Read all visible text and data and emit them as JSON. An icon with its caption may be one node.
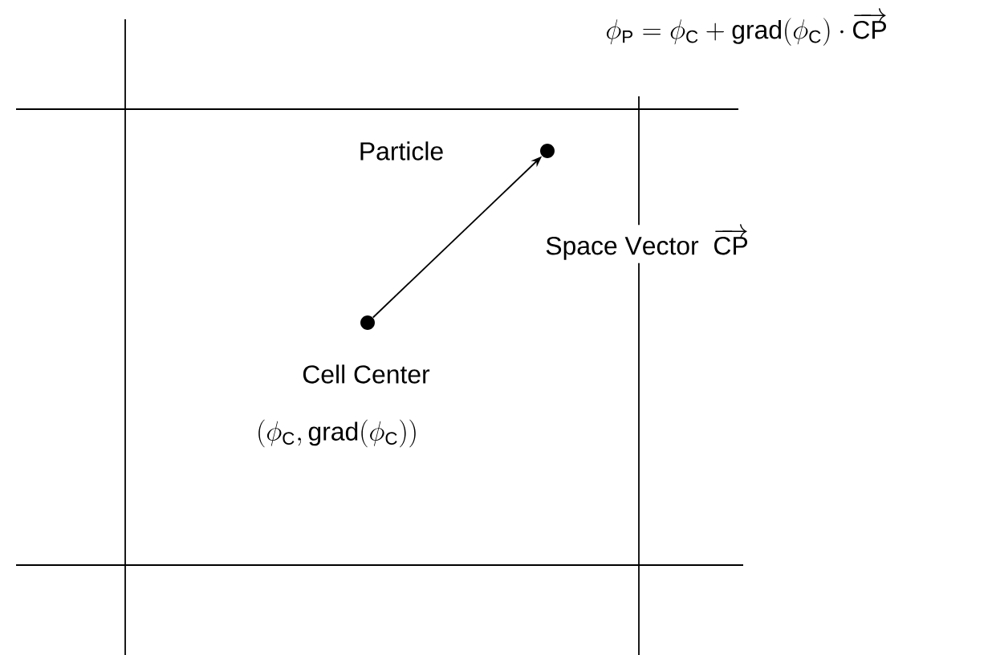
{
  "diagram": {
    "nodes": [
      {
        "text": [],
        "shape": "circle",
        "beside": [
          "Cell Center",
          "(\\phi_{\\mathrm{C}},\\mathrm{grad}(\\phi_{\\mathrm{C}}))"
        ]
      },
      {
        "text": [],
        "shape": "circle",
        "beside": [
          "Particle"
        ]
      }
    ],
    "edges": [
      {
        "from": 0,
        "to": 1,
        "arrow": "to",
        "label": "\\mathrm{Space\\ Vector}\\ \\ \\overrightarrow{\\mathrm{CP}}"
      }
    ],
    "labels": [
      "\\phi_{\\mathrm{P}} = \\phi_{\\mathrm{C}} + \\mathrm{grad}(\\phi_{\\mathrm{C}})\\cdot\\overrightarrow{\\mathrm{CP}}"
    ]
  }
}
